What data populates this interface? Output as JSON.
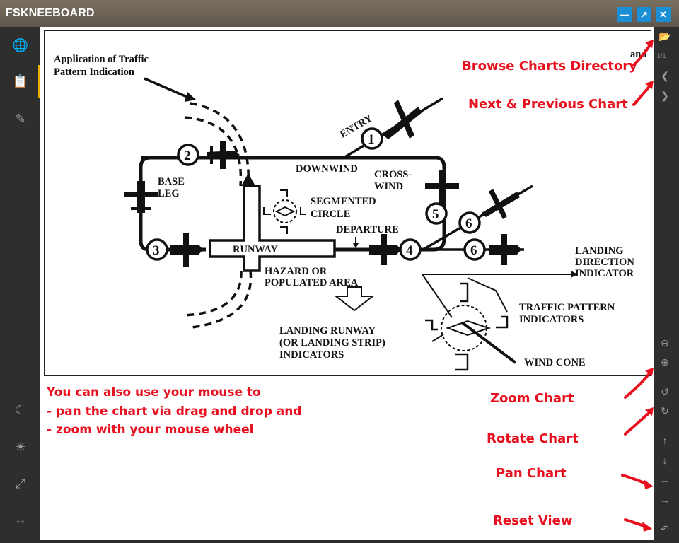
{
  "window": {
    "title": "FSKNEEBOARD",
    "minimize_icon": "minimize-icon",
    "popout_icon": "popout-icon",
    "close_icon": "close-icon"
  },
  "left_toolbar": {
    "items": [
      {
        "icon": "globe-icon"
      },
      {
        "icon": "clipboard-icon"
      },
      {
        "icon": "edit-icon"
      },
      {
        "icon": "moon-icon"
      },
      {
        "icon": "brightness-icon"
      },
      {
        "icon": "expand-icon"
      },
      {
        "icon": "horizontal-arrows-icon"
      }
    ]
  },
  "right_toolbar": {
    "page_indicator": "1/1",
    "items": [
      {
        "icon": "folder-open-icon"
      },
      {
        "icon": "previous-circle-icon"
      },
      {
        "icon": "next-circle-icon"
      },
      {
        "icon": "zoom-out-icon"
      },
      {
        "icon": "zoom-in-icon"
      },
      {
        "icon": "rotate-left-icon"
      },
      {
        "icon": "rotate-right-icon"
      },
      {
        "icon": "arrow-up-icon"
      },
      {
        "icon": "arrow-down-icon"
      },
      {
        "icon": "arrow-left-icon"
      },
      {
        "icon": "arrow-right-icon"
      },
      {
        "icon": "reset-icon"
      }
    ]
  },
  "chart": {
    "application": "Application of Traffic",
    "application2": "Pattern Indication",
    "corner_text": "and",
    "entry": "ENTRY",
    "downwind": "DOWNWIND",
    "crosswind": "CROSS-",
    "crosswind2": "WIND",
    "base": "BASE",
    "base2": "LEG",
    "segmented": "SEGMENTED",
    "circle": "CIRCLE",
    "departure": "DEPARTURE",
    "runway": "RUNWAY",
    "hazard": "HAZARD OR",
    "hazard2": "POPULATED AREA",
    "landing_runway": "LANDING RUNWAY",
    "landing_runway2": "(OR LANDING STRIP)",
    "landing_runway3": "INDICATORS",
    "landing_dir": "LANDING",
    "landing_dir2": "DIRECTION",
    "landing_dir3": "INDICATOR",
    "traffic_pattern": "TRAFFIC PATTERN",
    "traffic_pattern2": "INDICATORS",
    "wind_cone": "WIND CONE",
    "numbers": [
      "1",
      "2",
      "3",
      "4",
      "5",
      "6",
      "6"
    ]
  },
  "annotations": {
    "browse": "Browse Charts Directory",
    "next_prev": "Next & Previous Chart",
    "zoom": "Zoom Chart",
    "rotate": "Rotate Chart",
    "pan": "Pan Chart",
    "reset": "Reset View",
    "mouse_line1": "You can also use your mouse to",
    "mouse_line2": "- pan the chart via drag and drop and",
    "mouse_line3": "- zoom with your mouse wheel"
  },
  "colors": {
    "accent_blue": "#1a8fd6",
    "annotation_red": "#e8101e",
    "active_tab": "#e8b100"
  }
}
